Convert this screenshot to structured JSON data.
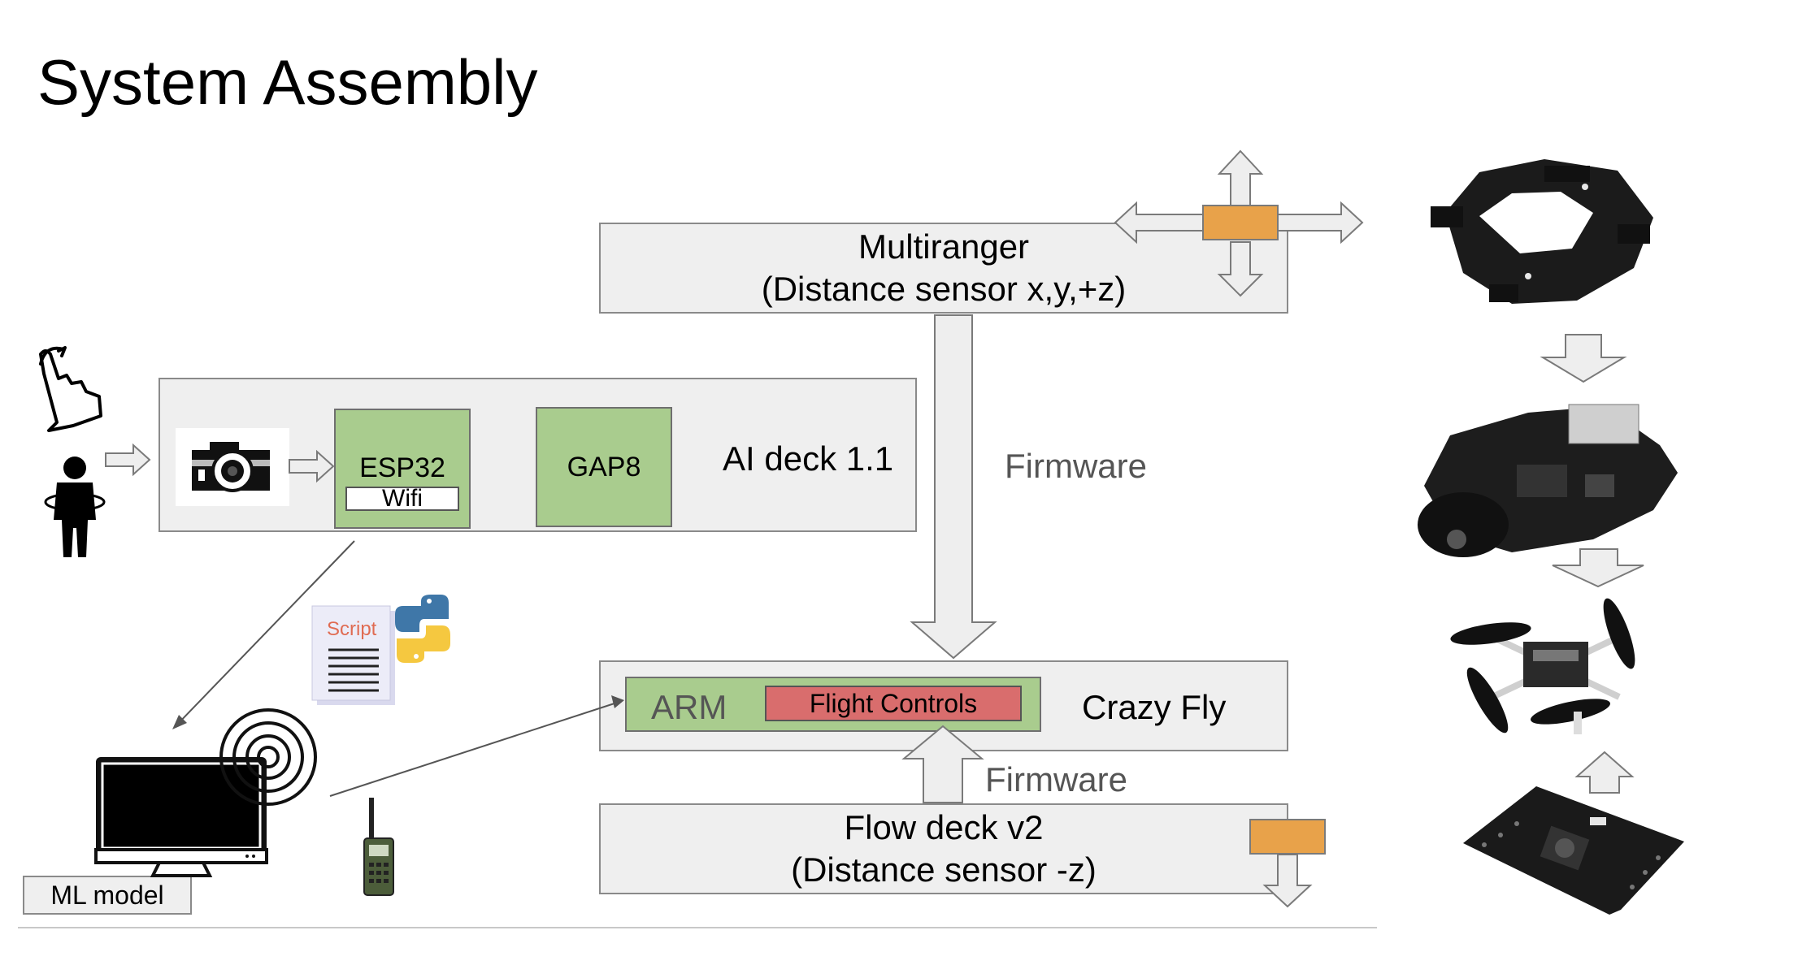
{
  "title": "System Assembly",
  "multiranger": {
    "line1": "Multiranger",
    "line2": "(Distance sensor x,y,+z)"
  },
  "ai_deck": {
    "label": "AI deck 1.1",
    "esp32": "ESP32",
    "wifi": "Wifi",
    "gap8": "GAP8"
  },
  "firmware_upper": "Firmware",
  "firmware_lower": "Firmware",
  "crazyfly": {
    "label": "Crazy Fly",
    "arm": "ARM",
    "flight_controls": "Flight Controls"
  },
  "flow_deck": {
    "line1": "Flow deck v2",
    "line2": "(Distance sensor -z)"
  },
  "ml_model": "ML model",
  "script_label": "Script",
  "colors": {
    "box_fill": "#efefef",
    "box_border": "#8a8a8a",
    "green": "#a9cc8e",
    "flight_controls": "#d96d6d",
    "sensor_orange": "#e8a24a",
    "arrow_fill": "#eeeeee"
  },
  "icons": [
    "gesture-hand-icon",
    "person-icon",
    "camera-icon",
    "script-document-icon",
    "python-logo-icon",
    "monitor-icon",
    "wireless-signal-icon",
    "walkie-talkie-icon",
    "multiranger-board-photo",
    "ai-deck-board-photo",
    "crazyflie-drone-photo",
    "flow-deck-board-photo"
  ]
}
